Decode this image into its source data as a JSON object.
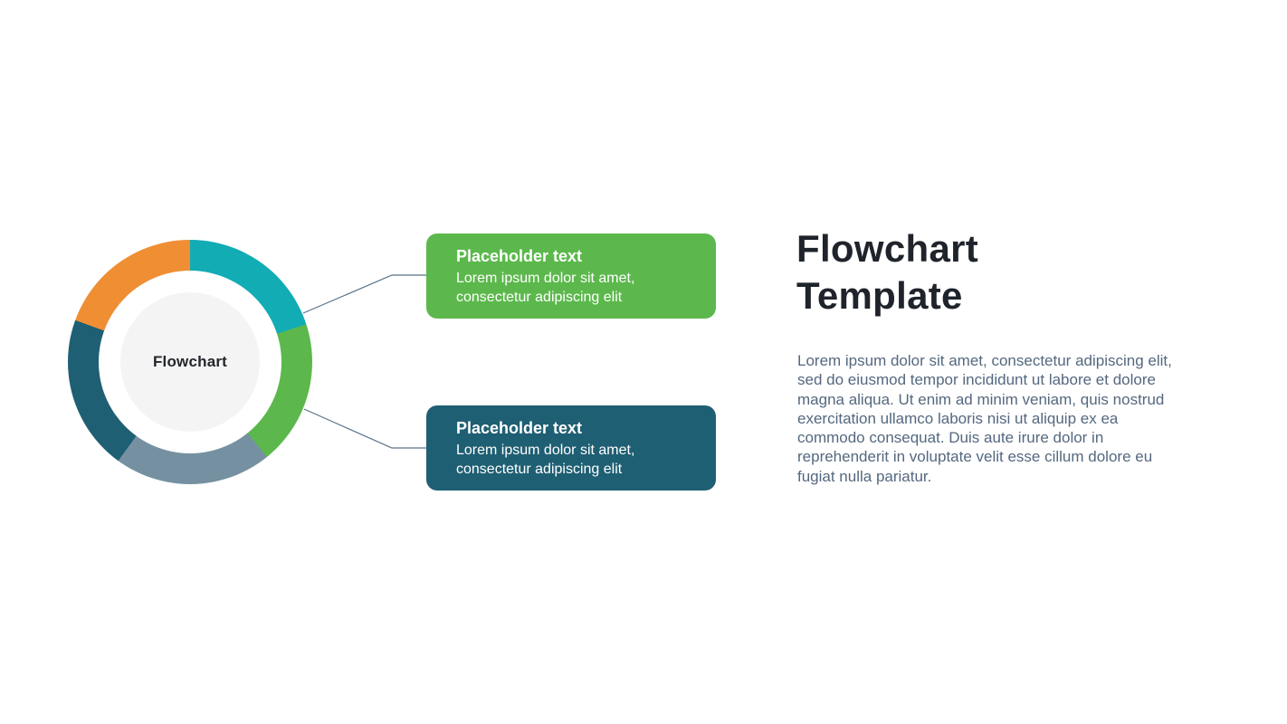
{
  "slide": {
    "title": "Flowchart Template",
    "body_paragraph": "Lorem ipsum dolor sit amet, consectetur adipiscing elit, sed do eiusmod tempor incididunt ut labore et dolore magna aliqua. Ut enim ad minim veniam, quis nostrud exercitation ullamco laboris nisi ut aliquip ex ea commodo consequat. Duis aute irure dolor in reprehenderit in voluptate velit esse cillum dolore eu fugiat nulla pariatur."
  },
  "donut": {
    "center_label": "Flowchart",
    "segments": [
      {
        "name": "teal",
        "color": "#12ACB5",
        "start_deg": 0,
        "end_deg": 72
      },
      {
        "name": "green",
        "color": "#5CB84C",
        "start_deg": 72,
        "end_deg": 141
      },
      {
        "name": "slate-gray",
        "color": "#7591A1",
        "start_deg": 141,
        "end_deg": 216
      },
      {
        "name": "dark-teal",
        "color": "#1F5F73",
        "start_deg": 216,
        "end_deg": 290
      },
      {
        "name": "orange",
        "color": "#EF8E33",
        "start_deg": 290,
        "end_deg": 360
      }
    ]
  },
  "callouts": [
    {
      "heading": "Placeholder text",
      "body": "Lorem ipsum dolor sit amet, consectetur adipiscing elit",
      "color": "#5CB84C"
    },
    {
      "heading": "Placeholder text",
      "body": "Lorem ipsum dolor sit amet, consectetur adipiscing elit",
      "color": "#1F5F73"
    }
  ],
  "colors": {
    "background": "#FFFFFF",
    "connector_line": "#5B7389",
    "title_text": "#1F232B",
    "paragraph_text": "#54687F",
    "donut_center_fill": "#F4F4F5",
    "donut_center_text": "#23262B"
  }
}
